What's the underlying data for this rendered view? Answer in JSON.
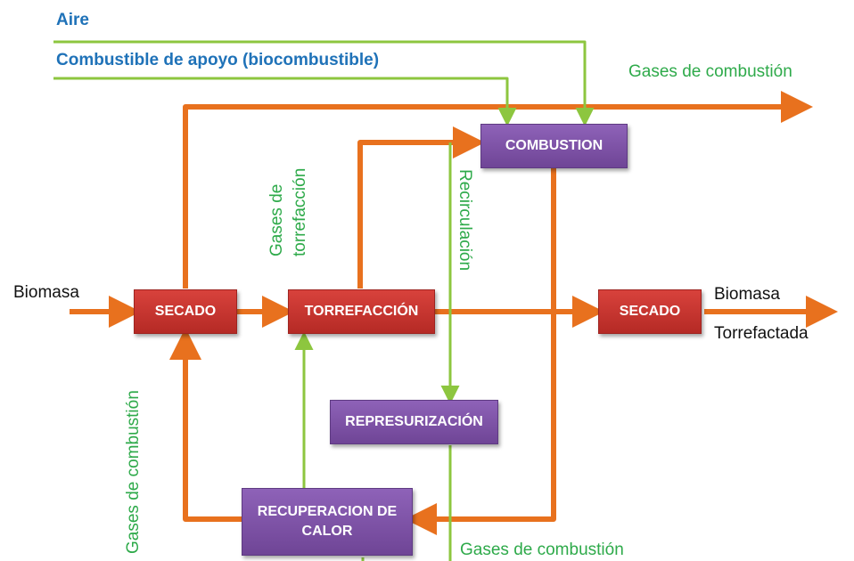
{
  "colors": {
    "orange": "#E8711E",
    "green_line": "#8DC63F",
    "red_box": "#C0312B",
    "purple_box": "#7B4FA5",
    "blue_text": "#1F72B8",
    "green_text": "#2EAA4A"
  },
  "labels": {
    "aire": "Aire",
    "combustible_apoyo": "Combustible de apoyo (biocombustible)",
    "gases_combustion_top": "Gases de combustión",
    "gases_torrefaccion_1": "Gases de",
    "gases_torrefaccion_2": "torrefacción",
    "recirculacion": "Recirculación",
    "biomasa_in": "Biomasa",
    "biomasa_out": "Biomasa",
    "torrefactada": "Torrefactada",
    "gases_combustion_left": "Gases de combustión",
    "gases_combustion_bottom": "Gases de combustión"
  },
  "boxes": {
    "combustion": "COMBUSTION",
    "secado_1": "SECADO",
    "torrefaccion": "TORREFACCIÓN",
    "secado_2": "SECADO",
    "represurizacion": "REPRESURIZACIÓN",
    "recuperacion_1": "RECUPERACION DE",
    "recuperacion_2": "CALOR"
  }
}
